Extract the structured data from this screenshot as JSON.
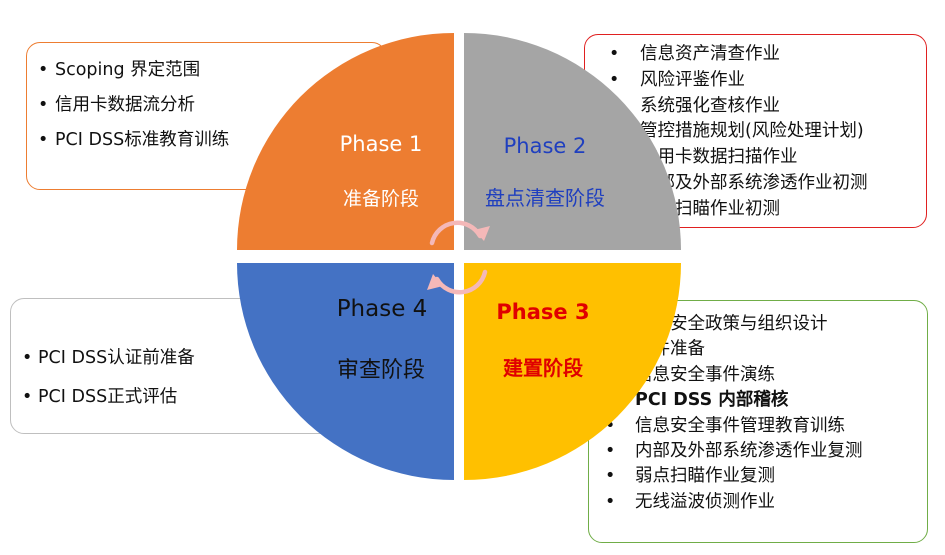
{
  "colors": {
    "phase1": "#ED7D31",
    "phase2": "#A5A5A5",
    "phase3": "#FFC000",
    "phase4": "#4472C4",
    "box1_border": "#ED7D31",
    "box2_border": "#E02020",
    "box3_border": "#BFBFBF",
    "box4_border": "#70AD47",
    "cycle_arrow": "#F4B8B8"
  },
  "icons": [
    "cycle-arrows-icon"
  ],
  "phase1": {
    "title": "Phase 1",
    "name": "准备阶段",
    "items": [
      "Scoping 界定范围",
      "信用卡数据流分析",
      "PCI DSS标准教育训练"
    ]
  },
  "phase2": {
    "title": "Phase 2",
    "name": "盘点清查阶段",
    "items": [
      "信息资产清查作业",
      "风险评鉴作业",
      "系统强化查核作业",
      "管控措施规划(风险处理计划)",
      "信用卡数据扫描作业",
      "内部及外部系统渗透作业初测",
      "弱点扫瞄作业初测"
    ]
  },
  "phase3": {
    "title": "Phase 3",
    "name": "建置阶段",
    "items": [
      "信息安全政策与组织设计",
      "文件准备",
      "信息安全事件演练",
      "PCI DSS 内部稽核",
      "信息安全事件管理教育训练",
      "内部及外部系统渗透作业复测",
      "弱点扫瞄作业复测",
      "无线溢波侦测作业"
    ]
  },
  "phase4": {
    "title": "Phase 4",
    "name": "审查阶段",
    "items": [
      "PCI DSS认证前准备",
      "PCI DSS正式评估"
    ]
  }
}
